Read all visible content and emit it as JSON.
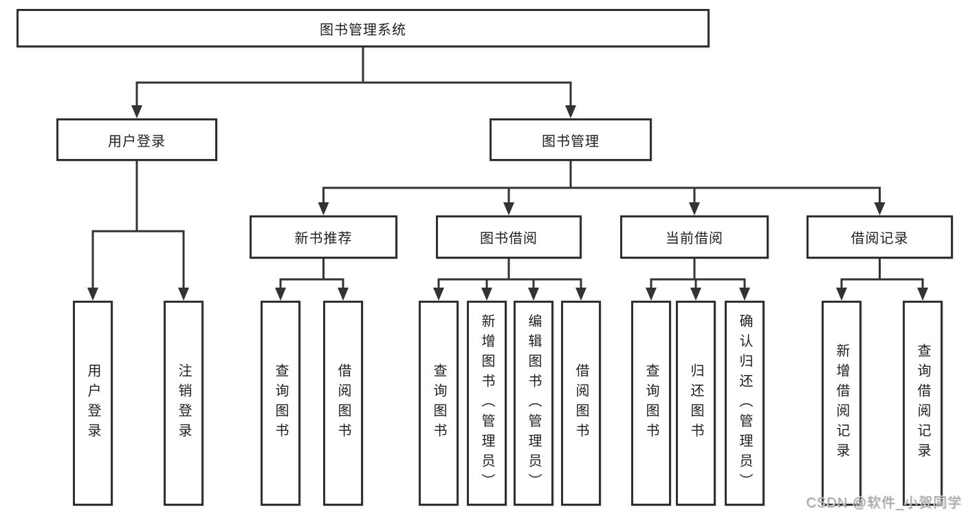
{
  "diagram": {
    "root": {
      "label": "图书管理系统"
    },
    "branches": [
      {
        "label": "用户登录",
        "children": [
          {
            "label": "用户登录"
          },
          {
            "label": "注销登录"
          }
        ]
      },
      {
        "label": "图书管理",
        "children": [
          {
            "label": "新书推荐",
            "children": [
              {
                "label": "查询图书"
              },
              {
                "label": "借阅图书"
              }
            ]
          },
          {
            "label": "图书借阅",
            "children": [
              {
                "label": "查询图书"
              },
              {
                "label": "新增图书（管理员）"
              },
              {
                "label": "编辑图书（管理员）"
              },
              {
                "label": "借阅图书"
              }
            ]
          },
          {
            "label": "当前借阅",
            "children": [
              {
                "label": "查询图书"
              },
              {
                "label": "归还图书"
              },
              {
                "label": "确认归还（管理员）"
              }
            ]
          },
          {
            "label": "借阅记录",
            "children": [
              {
                "label": "新增借阅记录"
              },
              {
                "label": "查询借阅记录"
              }
            ]
          }
        ]
      }
    ]
  },
  "watermark": "CSDN @软件_小贺同学",
  "colors": {
    "line": "#333333",
    "box_border": "#303030",
    "text": "#1f1f1f",
    "background": "#ffffff",
    "watermark": "#a8a8a8"
  }
}
